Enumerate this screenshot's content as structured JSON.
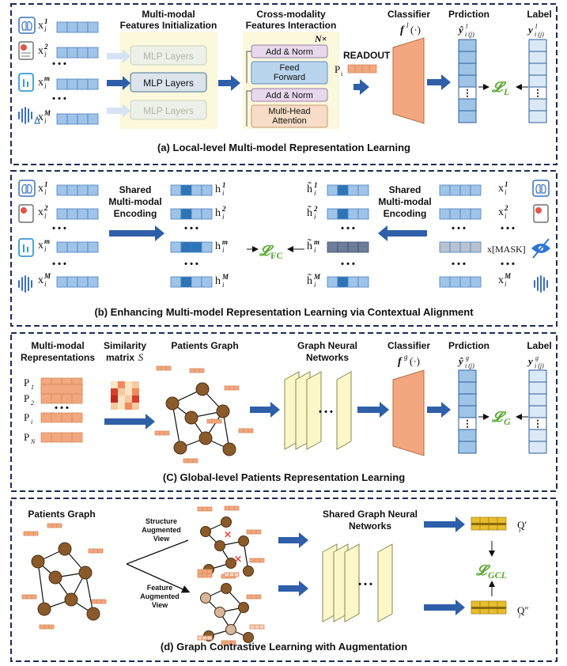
{
  "colors": {
    "panel_border": "#1f2a5a",
    "arrow": "#2e5fa8",
    "cell": "#9fc4e8",
    "cell_dark": "#2e75b6",
    "cell_stroke": "#4a7fbf",
    "orange": "#f2a77e",
    "node": "#8b5a2b",
    "green_loss": "#5aa832",
    "yellow_layer": "#fbf7c8"
  },
  "panel_a": {
    "title_init": "Multi-modal\nFeatures Initialization",
    "mlp_layers": "MLP Layers",
    "title_cross": "Cross-modality\nFeatures Interaction",
    "n_times": "N×",
    "add_norm": "Add & Norm",
    "feed_forward": "Feed\nForward",
    "multi_head": "Multi-Head\nAttention",
    "readout": "READOUT",
    "p_i": "P",
    "classifier": "Classifier",
    "classifier_fn": "f",
    "prediction": "Prdiction",
    "label": "Label",
    "loss": "𝓛",
    "loss_sub": "L",
    "caption": "(a) Local-level Multi-model Representation Learning",
    "dots": "• • •"
  },
  "panel_b": {
    "shared_left": "Shared\nMulti-modal\nEncoding",
    "shared_right": "Shared\nMulti-modal\nEncoding",
    "loss": "𝓛",
    "loss_sub": "FC",
    "mask": "x[MASK]",
    "caption": "(b) Enhancing Multi-model Representation Learning via Contextual Alignment",
    "dots": "• • •"
  },
  "panel_c": {
    "multi_modal_repr": "Multi-modal\nRepresentations",
    "similarity": "Similarity\nmatrix",
    "similarity_s": "S",
    "patients_graph": "Patients Graph",
    "gnn": "Graph Neural\nNetworks",
    "classifier": "Classifier",
    "classifier_fn": "f",
    "prediction": "Prdiction",
    "label": "Label",
    "p_labels": [
      "P1",
      "P2",
      "Pi",
      "PN"
    ],
    "loss": "𝓛",
    "loss_sub": "G",
    "caption": "(C) Global-level Patients Representation Learning",
    "dots": "• • •"
  },
  "panel_d": {
    "patients_graph": "Patients Graph",
    "structure_view": "Structure\nAugmented\nView",
    "feature_view": "Feature\nAugmented\nView",
    "shared_gnn": "Shared Graph Neural\nNetworks",
    "q1": "Q′",
    "q2": "Q″",
    "loss": "𝓛",
    "loss_sub": "GCL",
    "caption": "(d) Graph Contrastive Learning with Augmentation",
    "dots": "• • •"
  }
}
